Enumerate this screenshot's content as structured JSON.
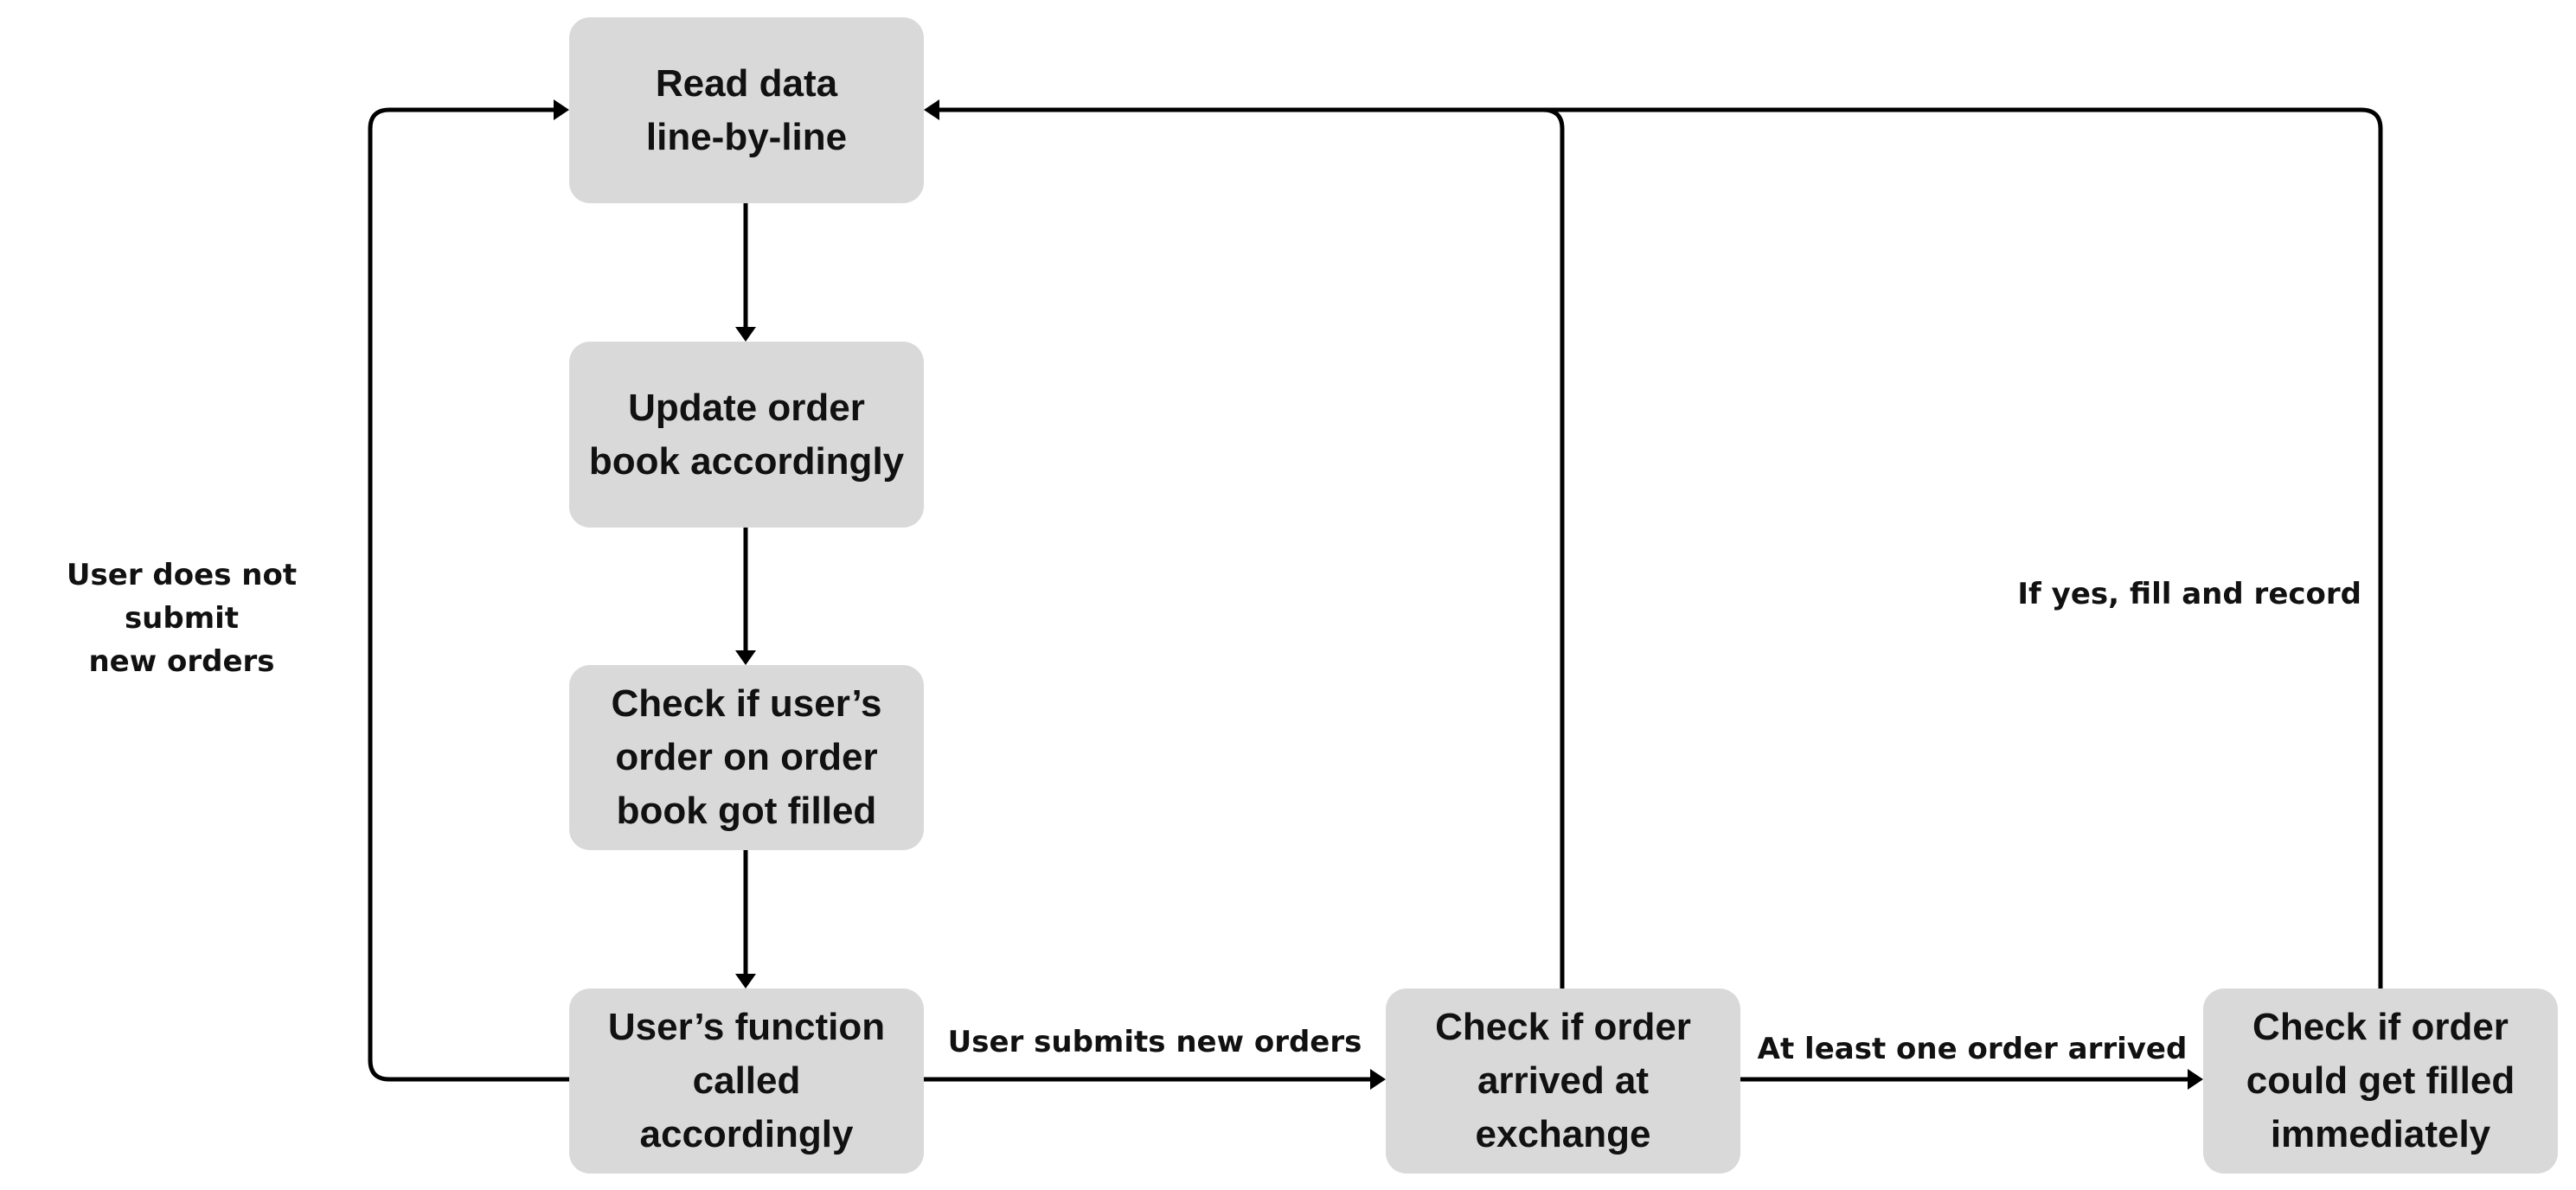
{
  "nodes": {
    "read_data": "Read data\nline-by-line",
    "update_book": "Update order\nbook accordingly",
    "check_filled": "Check if user’s\norder on order\nbook got filled",
    "user_function": "User’s function\ncalled accordingly",
    "check_arrived": "Check if order\narrived at\nexchange",
    "check_immediate": "Check if order\ncould get filled\nimmediately"
  },
  "edge_labels": {
    "no_new_orders": "User does not submit\nnew orders",
    "submits_orders": "User submits new orders",
    "order_arrived": "At least one order arrived",
    "fill_record": "If yes, fill and record"
  },
  "colors": {
    "node_fill": "#d9d9d9",
    "line": "#000000",
    "text": "#111111"
  }
}
